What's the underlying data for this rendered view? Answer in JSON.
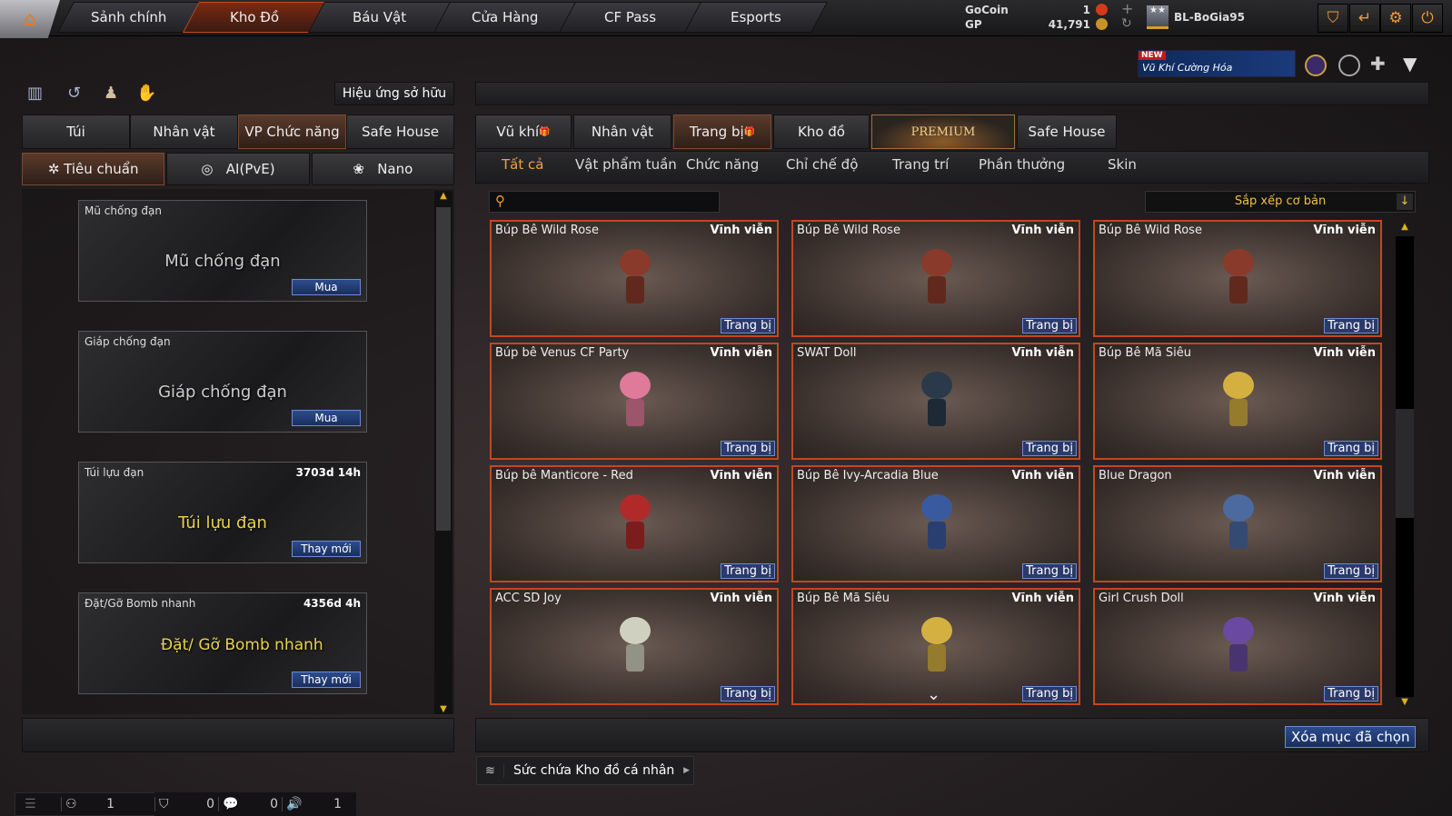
{
  "nav": {
    "tabs": [
      "Sảnh chính",
      "Kho Đồ",
      "Báu Vật",
      "Cửa Hàng",
      "CF Pass",
      "Esports"
    ],
    "active": 1
  },
  "currency": {
    "gocoin_label": "GoCoin",
    "gocoin": "1",
    "gp_label": "GP",
    "gp": "41,791"
  },
  "user": {
    "name": "BL-BoGia95"
  },
  "banner": {
    "badge": "NEW",
    "text": "Vũ Khí Cường Hóa"
  },
  "left": {
    "effect_button": "Hiệu ứng sở hữu",
    "tabs": [
      "Túi",
      "Nhân vật",
      "VP Chức năng",
      "Safe House"
    ],
    "active_tab": 2,
    "subtabs": [
      "Tiêu chuẩn",
      "AI(PvE)",
      "Nano"
    ],
    "cards": [
      {
        "name": "Mũ chống đạn",
        "time": "",
        "big": "Mũ chống đạn",
        "action": "Mua"
      },
      {
        "name": "Giáp chống đạn",
        "time": "",
        "big": "Giáp chống đạn",
        "action": "Mua"
      },
      {
        "name": "Túi lựu đạn",
        "time": "3703d 14h",
        "big": "Túi lựu đạn",
        "action": "Thay mới"
      },
      {
        "name": "Đặt/Gỡ Bomb nhanh",
        "time": "4356d 4h",
        "big": "Đặt/ Gỡ Bomb nhanh",
        "action": "Thay mới"
      }
    ]
  },
  "right": {
    "tabs": [
      "Vũ khí",
      "Nhân vật",
      "Trang bị",
      "Kho đồ",
      "PREMIUM",
      "Safe House"
    ],
    "active_tab": 2,
    "subtabs": [
      "Tất cả",
      "Vật phẩm tuần",
      "Chức năng",
      "Chỉ chế độ",
      "Trang trí",
      "Phần thưởng",
      "Skin"
    ],
    "search_placeholder": "",
    "sort": "Sắp xếp cơ bản",
    "items": [
      {
        "name": "Búp Bê Wild Rose",
        "time": "Vĩnh viễn",
        "action": "Trang bị",
        "color": "#8a3a2a"
      },
      {
        "name": "Búp Bê Wild Rose",
        "time": "Vĩnh viễn",
        "action": "Trang bị",
        "color": "#8a3a2a"
      },
      {
        "name": "Búp Bê Wild Rose",
        "time": "Vĩnh viễn",
        "action": "Trang bị",
        "color": "#8a3a2a"
      },
      {
        "name": "Búp bê Venus CF Party",
        "time": "Vĩnh viễn",
        "action": "Trang bị",
        "color": "#e07a9a"
      },
      {
        "name": "SWAT Doll",
        "time": "Vĩnh viễn",
        "action": "Trang bị",
        "color": "#2a3a4a"
      },
      {
        "name": "Búp Bê Mã Siêu",
        "time": "Vĩnh viễn",
        "action": "Trang bị",
        "color": "#d4b040"
      },
      {
        "name": "Búp bê Manticore - Red",
        "time": "Vĩnh viễn",
        "action": "Trang bị",
        "color": "#b02a2a"
      },
      {
        "name": "Búp Bê Ivy-Arcadia Blue",
        "time": "Vĩnh viễn",
        "action": "Trang bị",
        "color": "#3a5aa0"
      },
      {
        "name": "Blue Dragon",
        "time": "Vĩnh viễn",
        "action": "Trang bị",
        "color": "#4a6aa0"
      },
      {
        "name": "ACC SD Joy",
        "time": "Vĩnh viễn",
        "action": "Trang bị",
        "color": "#d0d0c0"
      },
      {
        "name": "Búp Bê Mã Siêu",
        "time": "Vĩnh viễn",
        "action": "Trang bị",
        "color": "#d4b040"
      },
      {
        "name": "Girl Crush Doll",
        "time": "Vĩnh viễn",
        "action": "Trang bị",
        "color": "#6a4aa0"
      }
    ],
    "delete_button": "Xóa mục đã chọn",
    "capacity": "Sức chứa Kho đồ cá nhân"
  },
  "status": {
    "counts": [
      "1",
      "0",
      "0",
      "1"
    ]
  }
}
